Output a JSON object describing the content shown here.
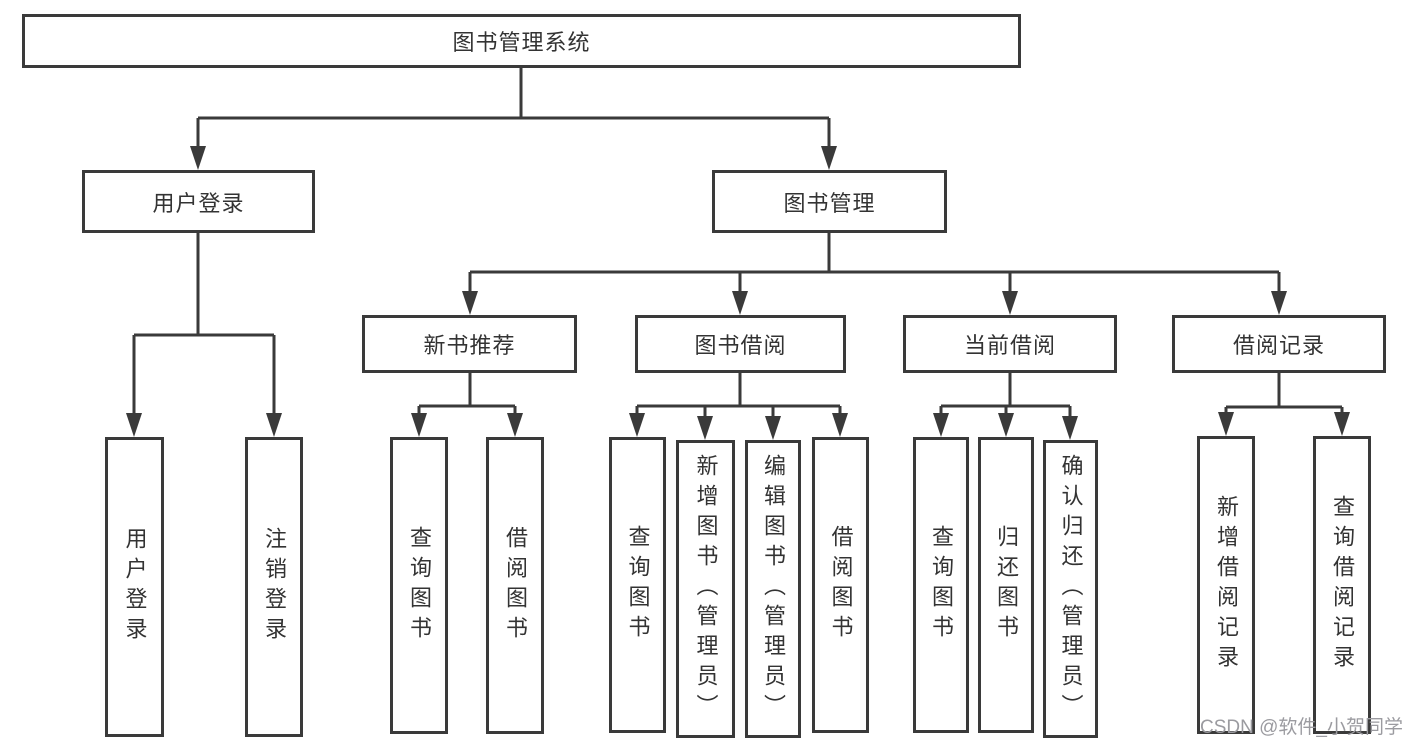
{
  "nodes": {
    "root": {
      "label": "图书管理系统"
    },
    "user_login": {
      "label": "用户登录"
    },
    "book_mgmt": {
      "label": "图书管理"
    },
    "new_book_rec": {
      "label": "新书推荐"
    },
    "book_borrow": {
      "label": "图书借阅"
    },
    "current_borrow": {
      "label": "当前借阅"
    },
    "borrow_records": {
      "label": "借阅记录"
    },
    "leaf_user_login": {
      "label": "用户登录"
    },
    "leaf_logout": {
      "label": "注销登录"
    },
    "rec_query_book": {
      "label": "查询图书"
    },
    "rec_borrow_book": {
      "label": "借阅图书"
    },
    "bb_query_book": {
      "label": "查询图书"
    },
    "bb_add_book": {
      "label": "新增图书（管理员）"
    },
    "bb_edit_book": {
      "label": "编辑图书（管理员）"
    },
    "bb_borrow_book": {
      "label": "借阅图书"
    },
    "cb_query_book": {
      "label": "查询图书"
    },
    "cb_return_book": {
      "label": "归还图书"
    },
    "cb_confirm_return": {
      "label": "确认归还（管理员）"
    },
    "br_add_record": {
      "label": "新增借阅记录"
    },
    "br_query_record": {
      "label": "查询借阅记录"
    }
  },
  "hierarchy": {
    "root": [
      "user_login",
      "book_mgmt"
    ],
    "user_login": [
      "leaf_user_login",
      "leaf_logout"
    ],
    "book_mgmt": [
      "new_book_rec",
      "book_borrow",
      "current_borrow",
      "borrow_records"
    ],
    "new_book_rec": [
      "rec_query_book",
      "rec_borrow_book"
    ],
    "book_borrow": [
      "bb_query_book",
      "bb_add_book",
      "bb_edit_book",
      "bb_borrow_book"
    ],
    "current_borrow": [
      "cb_query_book",
      "cb_return_book",
      "cb_confirm_return"
    ],
    "borrow_records": [
      "br_add_record",
      "br_query_record"
    ]
  },
  "watermark": "CSDN @软件_小贺同学",
  "colors": {
    "line": "#3a3a3a",
    "box_border": "#3a3a3a",
    "text": "#333333",
    "watermark": "#9b9ba0",
    "background": "#ffffff"
  }
}
